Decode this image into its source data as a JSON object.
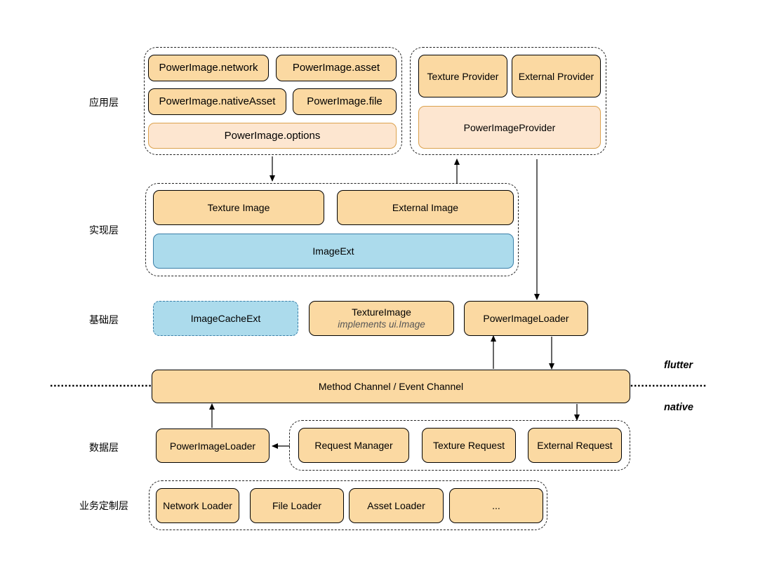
{
  "layers": {
    "app": "应用层",
    "impl": "实现层",
    "basic": "基础层",
    "data": "数据层",
    "business": "业务定制层"
  },
  "app_layer": {
    "network": "PowerImage.network",
    "asset": "PowerImage.asset",
    "native_asset": "PowerImage.nativeAsset",
    "file": "PowerImage.file",
    "options": "PowerImage.options"
  },
  "providers": {
    "texture": "Texture Provider",
    "external": "External Provider",
    "power_image_provider": "PowerImageProvider"
  },
  "impl_layer": {
    "texture_image": "Texture Image",
    "external_image": "External Image",
    "image_ext": "ImageExt"
  },
  "basic_layer": {
    "image_cache_ext": "ImageCacheExt",
    "texture_image": "TextureImage",
    "texture_image_note": "implements ui.Image",
    "power_image_loader": "PowerImageLoader"
  },
  "channel": {
    "label": "Method Channel / Event Channel",
    "flutter": "flutter",
    "native": "native"
  },
  "data_layer": {
    "loader": "PowerImageLoader",
    "request_manager": "Request Manager",
    "texture_request": "Texture Request",
    "external_request": "External Request"
  },
  "business_layer": {
    "network_loader": "Network Loader",
    "file_loader": "File Loader",
    "asset_loader": "Asset Loader",
    "more": "..."
  },
  "colors": {
    "box_orange": "#fbd9a2",
    "box_pale": "#fde6d0",
    "box_blue": "#acdbec"
  }
}
